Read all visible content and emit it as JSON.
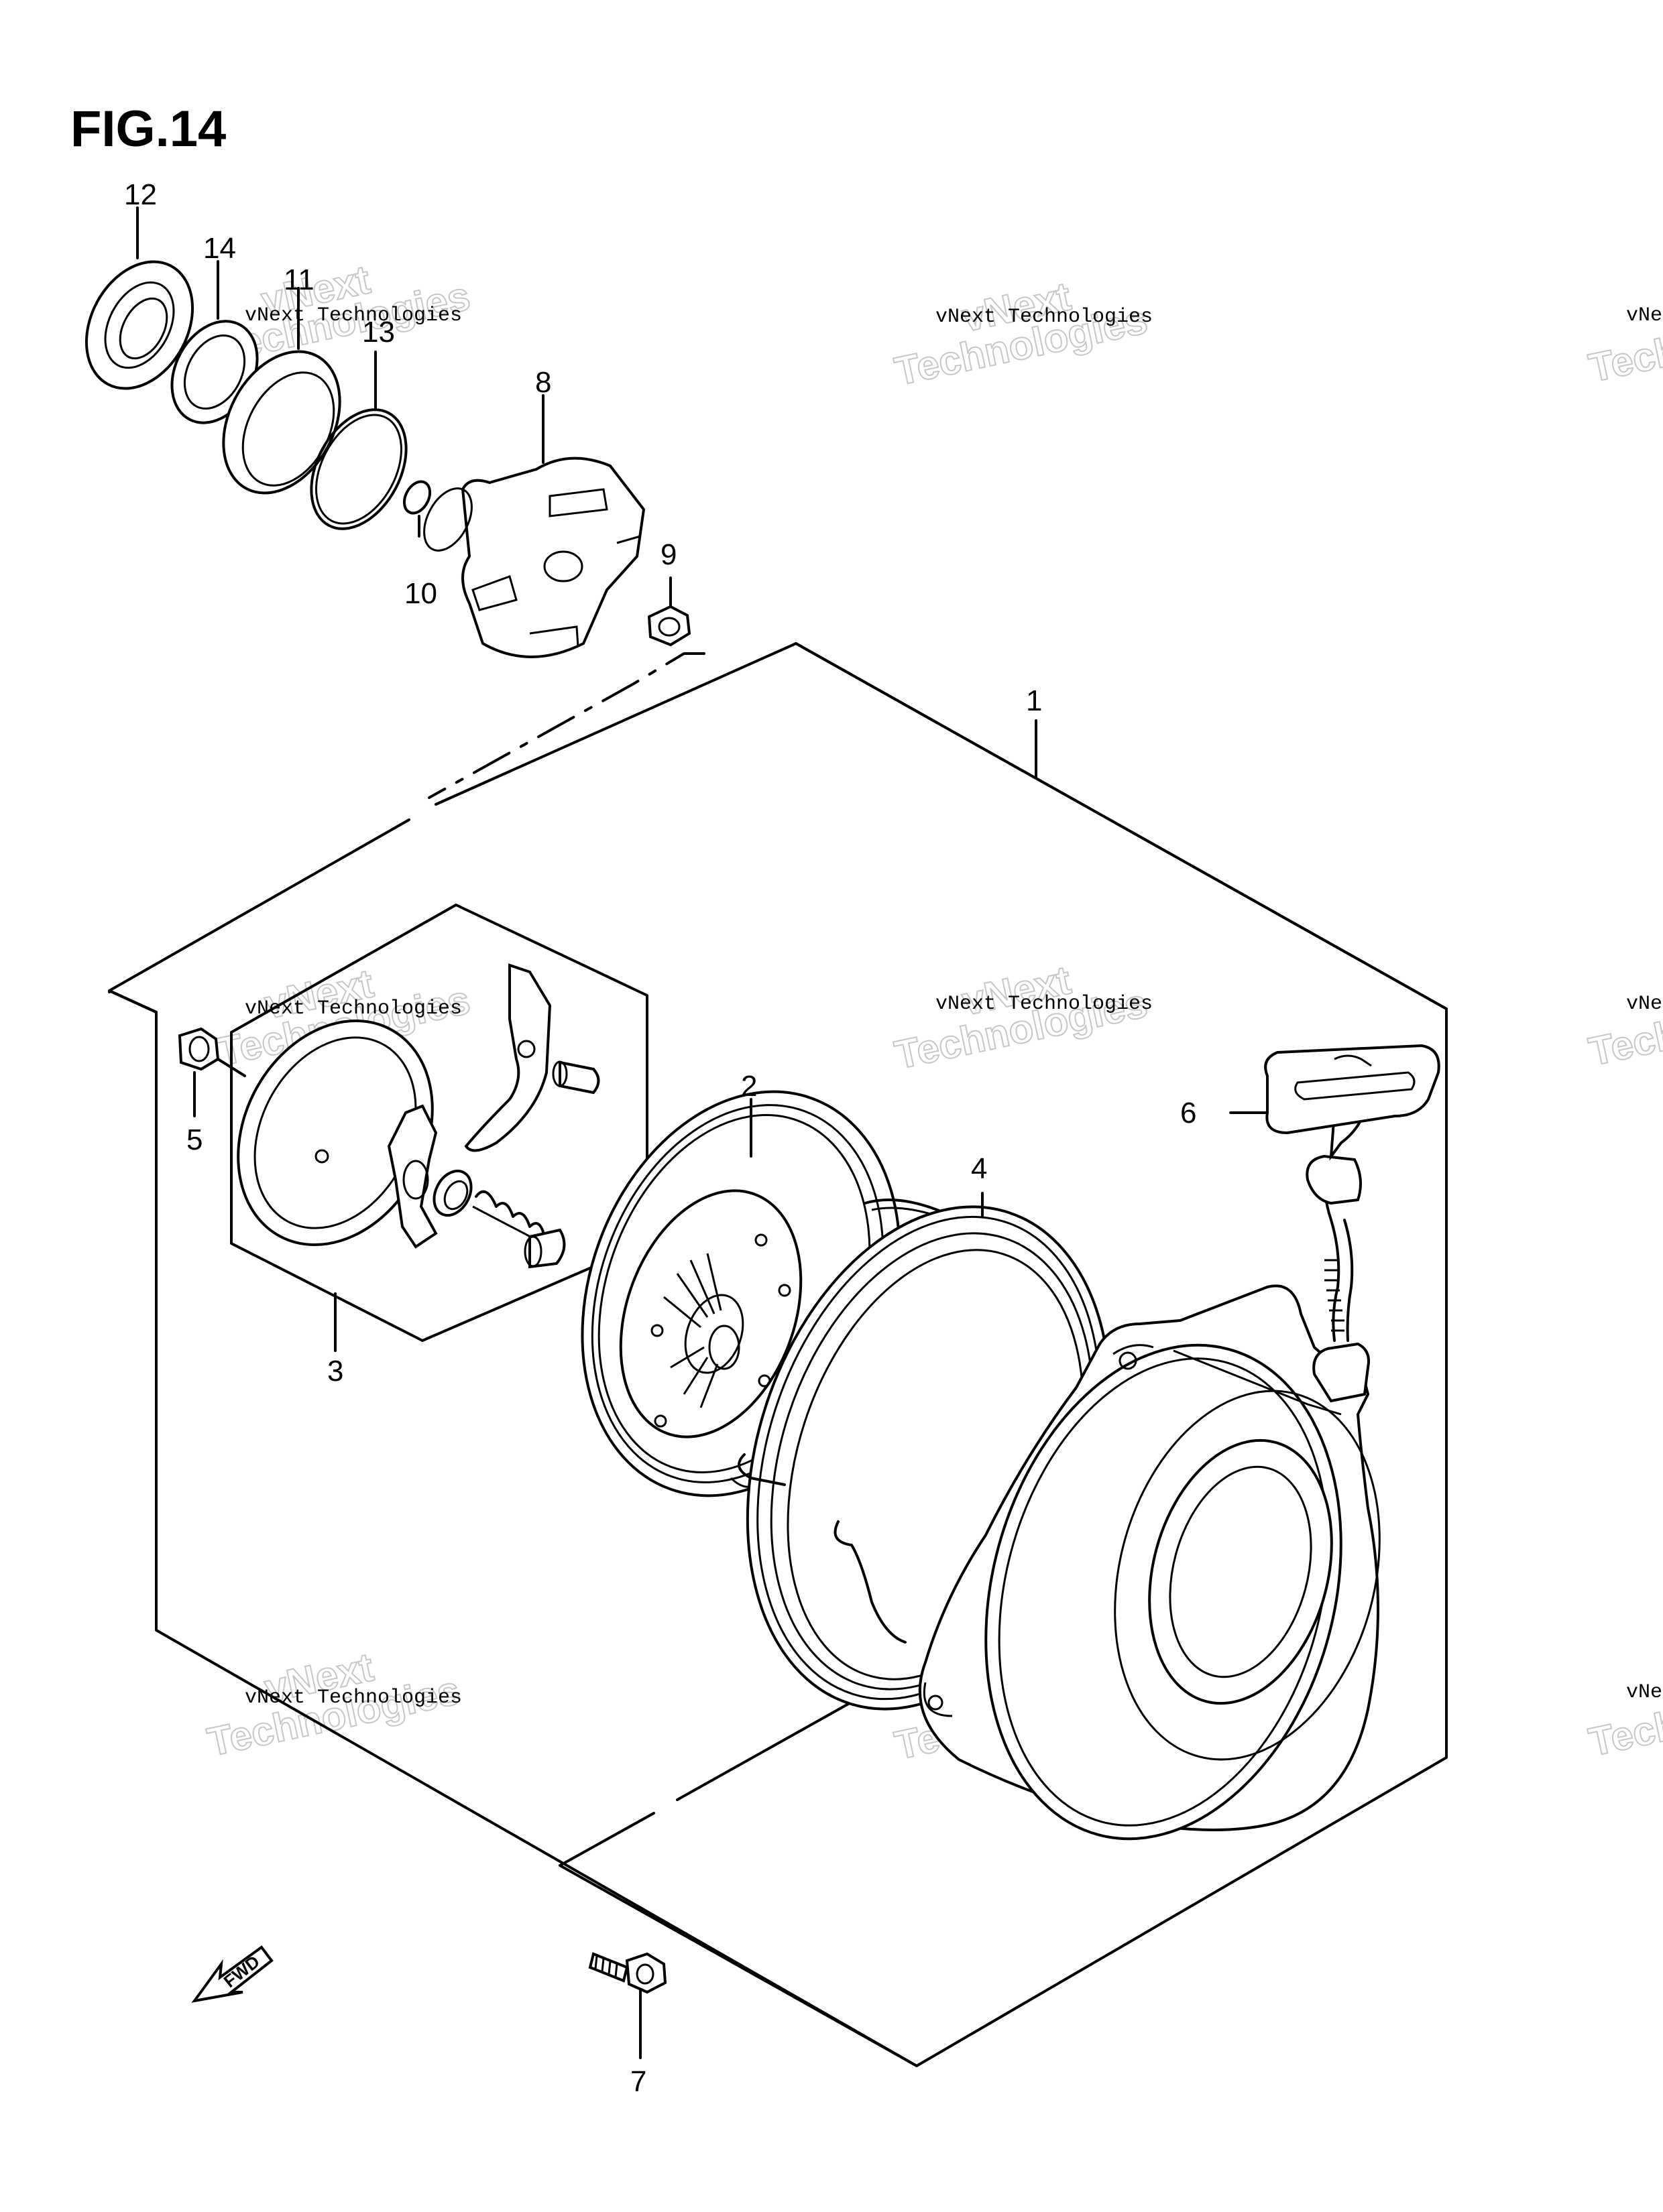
{
  "title": "FIG.14",
  "callouts": {
    "c1": "1",
    "c2": "2",
    "c3": "3",
    "c4": "4",
    "c5": "5",
    "c6": "6",
    "c7": "7",
    "c8": "8",
    "c9": "9",
    "c10": "10",
    "c11": "11",
    "c12": "12",
    "c13": "13",
    "c14": "14"
  },
  "watermark": {
    "line1": "vNext Technologies",
    "line2": "Technologies",
    "line3": "vNext"
  },
  "direction_label": "FWD"
}
